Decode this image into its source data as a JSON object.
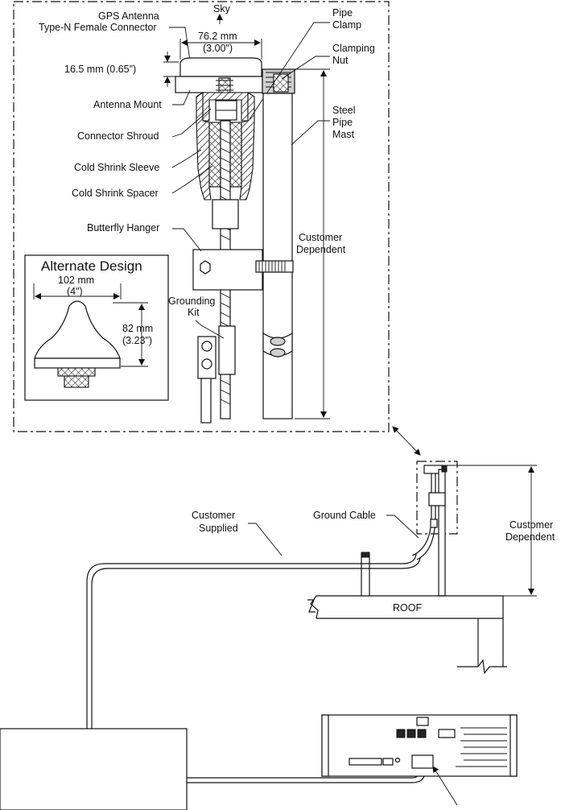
{
  "labels": {
    "sky": "Sky",
    "gps_antenna_line1": "GPS Antenna",
    "gps_antenna_line2": "Type-N Female Connector",
    "width_mm": "76.2 mm",
    "width_in": "(3.00\")",
    "height_small": "16.5 mm (0.65\")",
    "antenna_mount": "Antenna Mount",
    "connector_shroud": "Connector Shroud",
    "cold_shrink_sleeve": "Cold Shrink Sleeve",
    "cold_shrink_spacer": "Cold Shrink Spacer",
    "butterfly_hanger": "Butterfly Hanger",
    "grounding_kit_line1": "Grounding",
    "grounding_kit_line2": "Kit",
    "pipe_clamp_line1": "Pipe",
    "pipe_clamp_line2": "Clamp",
    "clamping_nut_line1": "Clamping",
    "clamping_nut_line2": "Nut",
    "steel_pipe_line1": "Steel",
    "steel_pipe_line2": "Pipe",
    "steel_pipe_line3": "Mast",
    "customer_dependent_1_line1": "Customer",
    "customer_dependent_1_line2": "Dependent",
    "alternate_design": "Alternate Design",
    "alt_width_mm": "102 mm",
    "alt_width_in": "(4\")",
    "alt_height_mm": "82 mm",
    "alt_height_in": "(3.23\")",
    "customer_supplied_line1": "Customer",
    "customer_supplied_line2": "Supplied",
    "ground_cable": "Ground Cable",
    "customer_dependent_2_line1": "Customer",
    "customer_dependent_2_line2": "Dependent",
    "roof": "ROOF"
  }
}
